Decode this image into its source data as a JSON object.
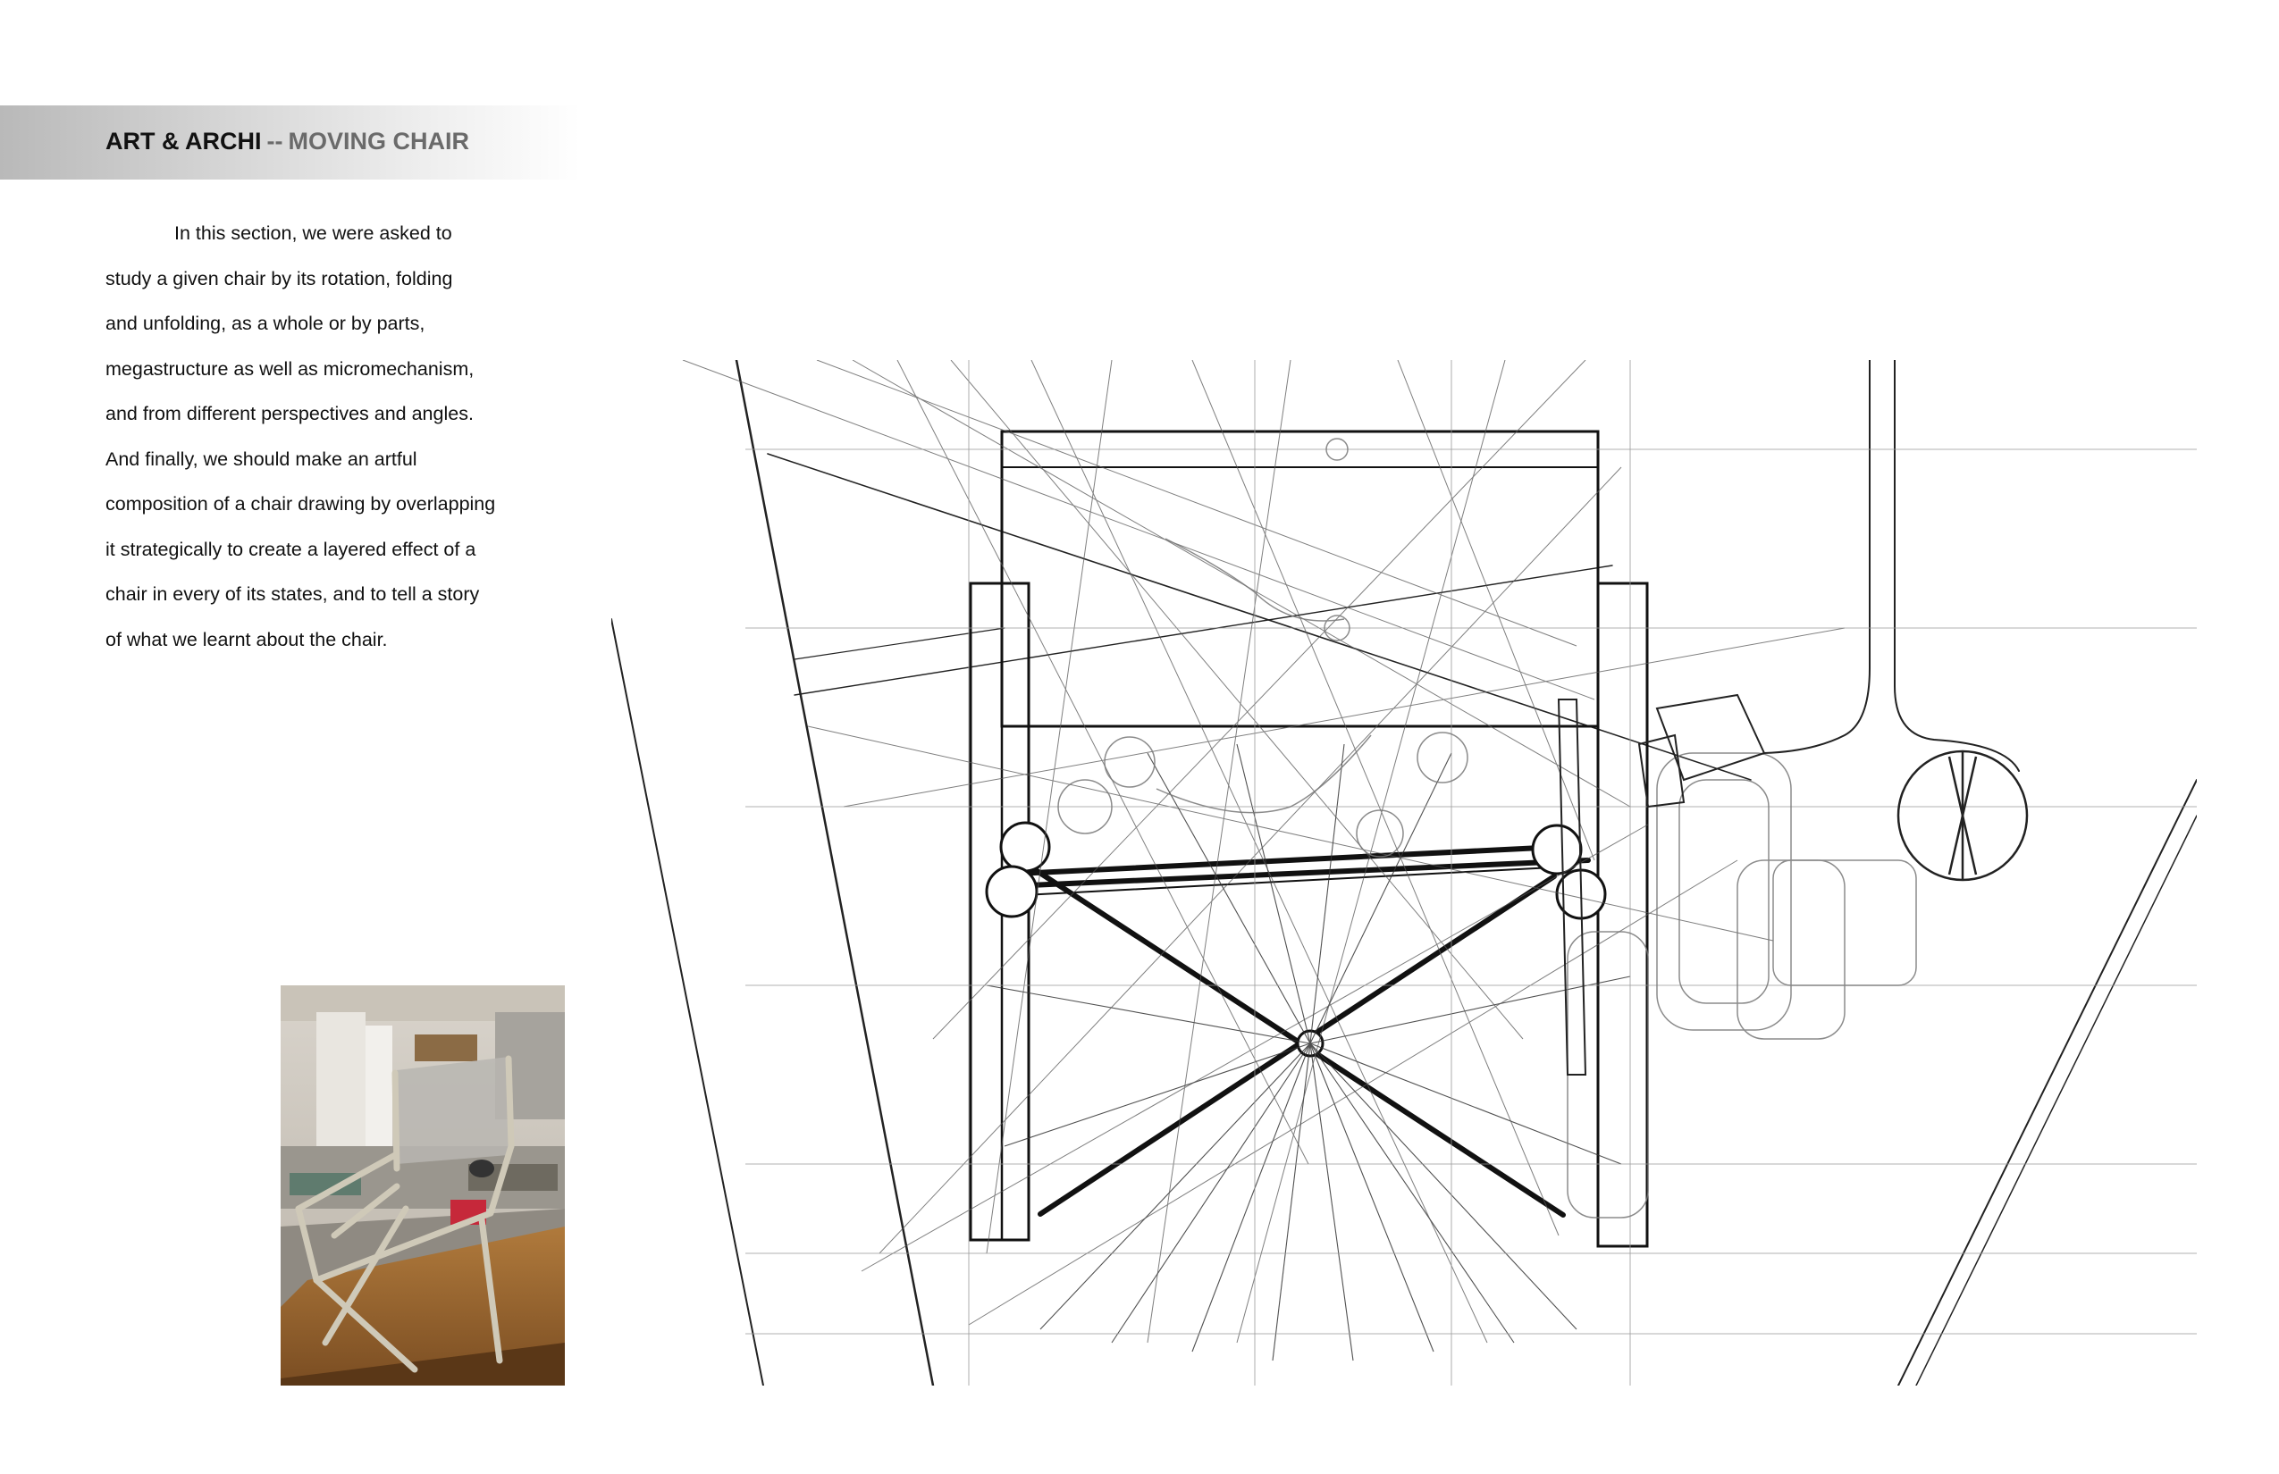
{
  "header": {
    "title_main": "ART & ARCHI",
    "title_separator": "--",
    "title_sub": "MOVING CHAIR"
  },
  "intro": {
    "lines": [
      "In this section, we were asked to",
      "study a given chair by its rotation, folding",
      "and unfolding, as a whole or by parts,",
      "megastructure as well as micromechanism,",
      "and from different perspectives and angles.",
      "And finally, we should make an artful",
      "composition of a chair drawing by overlapping",
      "it strategically to create a layered effect of a",
      "chair in every of its states, and to tell a story",
      "of what we learnt about the chair."
    ]
  },
  "images": {
    "photo": "photo of folding director's chair on wooden table",
    "drawing": "layered pencil line drawing of the chair in its states"
  }
}
